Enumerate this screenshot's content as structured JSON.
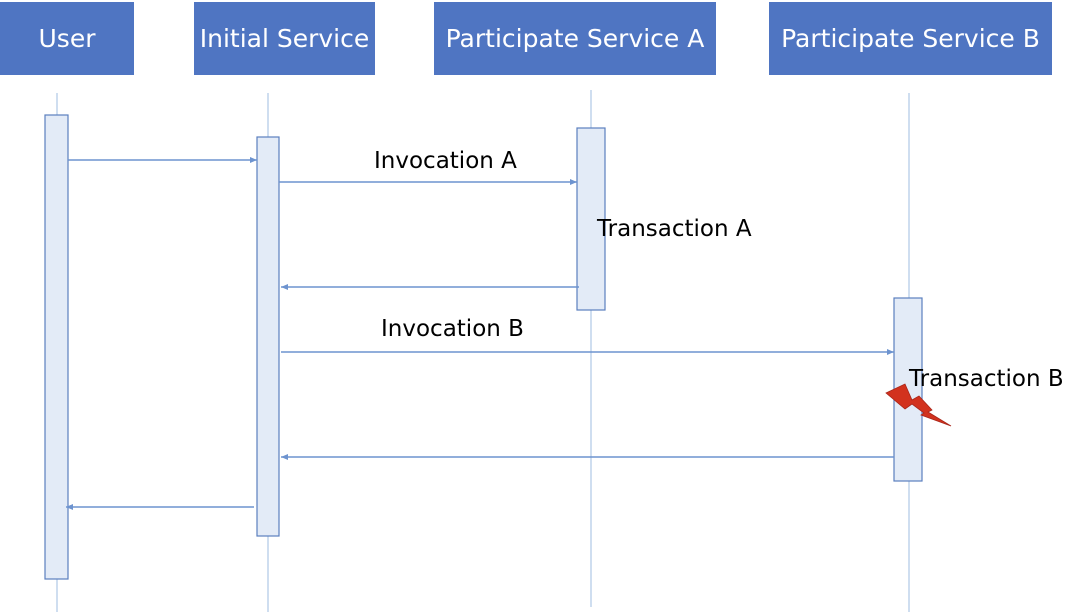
{
  "colors": {
    "actor_fill": "#4f75c2",
    "actor_text": "#ffffff",
    "lifeline": "#9fbde0",
    "activation_fill": "#e3ebf7",
    "activation_stroke": "#5b7fbf",
    "arrow": "#6d93cf",
    "error_fill": "#d2321e"
  },
  "actors": [
    {
      "id": "user",
      "label": "User"
    },
    {
      "id": "initial",
      "label": "Initial Service"
    },
    {
      "id": "participant_a",
      "label": "Participate Service A"
    },
    {
      "id": "participant_b",
      "label": "Participate Service B"
    }
  ],
  "messages": [
    {
      "from": "User",
      "to": "Initial Service",
      "label": ""
    },
    {
      "from": "Initial Service",
      "to": "Participate Service A",
      "label": "Invocation A"
    },
    {
      "from": "Participate Service A",
      "to": "Initial Service",
      "label": ""
    },
    {
      "from": "Initial Service",
      "to": "Participate Service B",
      "label": "Invocation B"
    },
    {
      "from": "Participate Service B",
      "to": "Initial Service",
      "label": ""
    },
    {
      "from": "Initial Service",
      "to": "User",
      "label": ""
    }
  ],
  "activations": [
    {
      "actor": "Participate Service A",
      "label": "Transaction A"
    },
    {
      "actor": "Participate Service B",
      "label": "Transaction B",
      "failed": true
    }
  ],
  "icons": {
    "failure": "lightning-bolt-icon"
  }
}
